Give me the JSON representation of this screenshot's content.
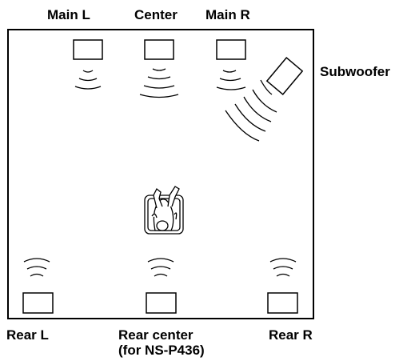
{
  "labels": {
    "main_l": "Main L",
    "center": "Center",
    "main_r": "Main R",
    "subwoofer": "Subwoofer",
    "rear_l": "Rear L",
    "rear_center": "Rear center",
    "rear_center_note": "(for NS-P436)",
    "rear_r": "Rear R"
  }
}
